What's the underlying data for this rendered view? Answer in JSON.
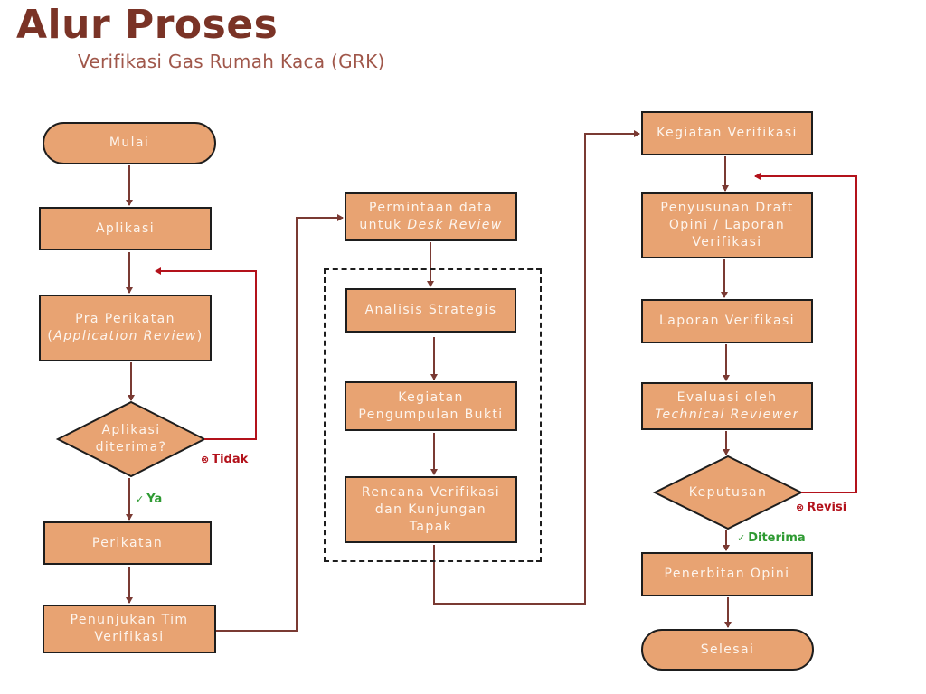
{
  "header": {
    "title": "Alur Proses",
    "subtitle": "Verifikasi Gas Rumah Kaca (GRK)"
  },
  "colors": {
    "title": "#7a3326",
    "subtitle": "#a0574a",
    "node_fill": "#e8a372",
    "node_border": "#1d1d1d",
    "node_text": "#fdf5ee",
    "arrow": "#7a3a33",
    "reject_arrow": "#b3121b",
    "reject_label": "#b3121b",
    "accept_label": "#2e9a32"
  },
  "nodes": {
    "mulai": "Mulai",
    "aplikasi": "Aplikasi",
    "pra_perikatan": {
      "line1": "Pra Perikatan",
      "open": "(",
      "italic": "Application Review",
      "close": ")"
    },
    "aplikasi_diterima": {
      "line1": "Aplikasi",
      "line2": "diterima?"
    },
    "perikatan": "Perikatan",
    "penunjukan_tim": {
      "line1": "Penunjukan Tim",
      "line2": "Verifikasi"
    },
    "permintaan_data": {
      "line1": "Permintaan data",
      "line2_prefix": "untuk ",
      "line2_italic": "Desk Review"
    },
    "analisis_strategis": "Analisis Strategis",
    "pengumpulan_bukti": {
      "line1": "Kegiatan",
      "line2": "Pengumpulan Bukti"
    },
    "rencana_verifikasi": {
      "line1": "Rencana Verifikasi",
      "line2": "dan Kunjungan",
      "line3": "Tapak"
    },
    "kegiatan_verifikasi": "Kegiatan Verifikasi",
    "penyusunan_draft": {
      "line1": "Penyusunan Draft",
      "line2": "Opini / Laporan",
      "line3": "Verifikasi"
    },
    "laporan_verifikasi": "Laporan Verifikasi",
    "evaluasi": {
      "line1": "Evaluasi oleh",
      "line2_italic": "Technical Reviewer"
    },
    "keputusan": "Keputusan",
    "penerbitan_opini": "Penerbitan Opini",
    "selesai": "Selesai"
  },
  "edge_labels": {
    "tidak": {
      "icon": "x-circle-icon",
      "glyph": "⊗",
      "text": "Tidak"
    },
    "ya": {
      "icon": "check-circle-icon",
      "glyph": "✓",
      "text": "Ya"
    },
    "revisi": {
      "icon": "x-circle-icon",
      "glyph": "⊗",
      "text": "Revisi"
    },
    "diterima": {
      "icon": "check-circle-icon",
      "glyph": "✓",
      "text": "Diterima"
    }
  }
}
